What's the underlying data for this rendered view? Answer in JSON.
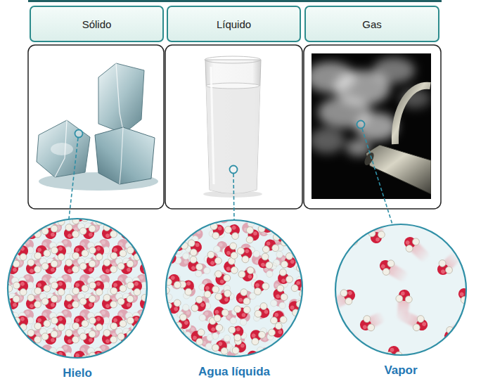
{
  "diagram": {
    "nodes": [
      {
        "text": [
          "Sólido"
        ]
      },
      {
        "text": [
          "Líquido"
        ]
      },
      {
        "text": [
          "Gas"
        ]
      },
      {
        "text": [
          "Hielo"
        ]
      },
      {
        "text": [
          "Agua líquida"
        ]
      },
      {
        "text": [
          "Vapor"
        ]
      }
    ]
  }
}
